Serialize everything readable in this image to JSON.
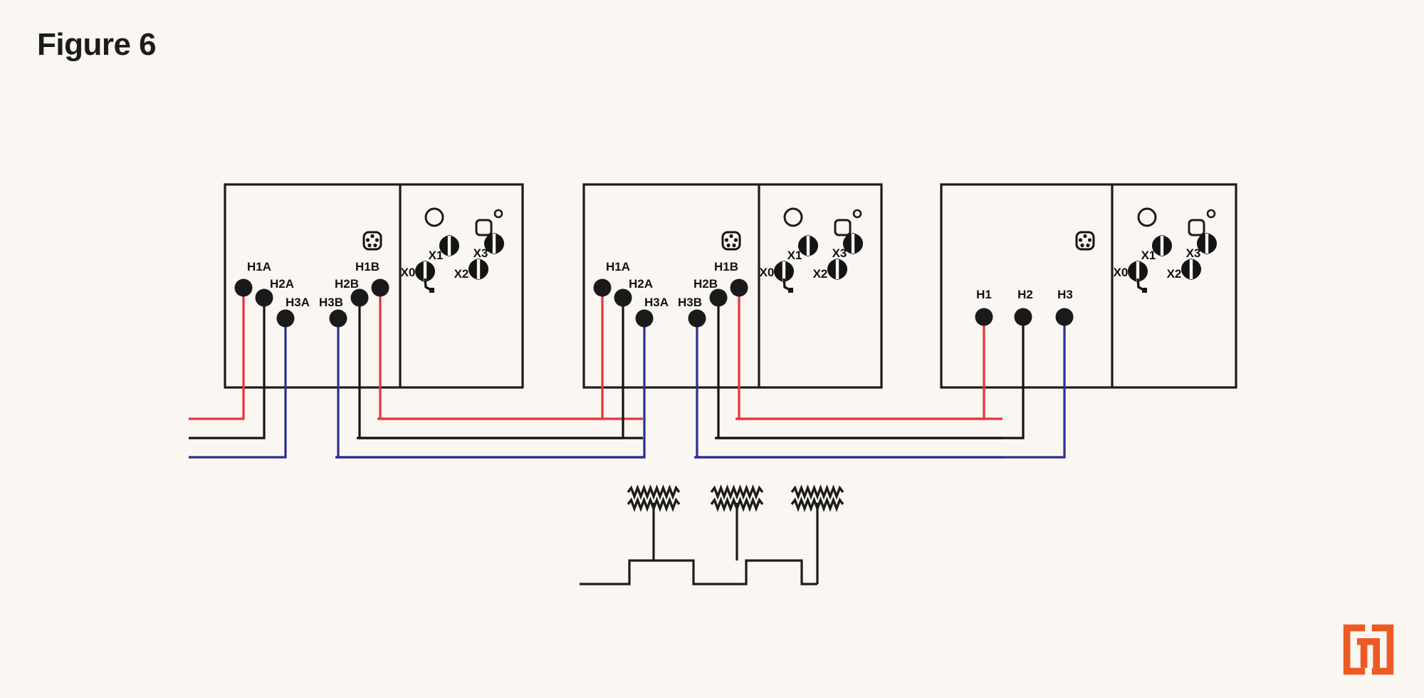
{
  "page": {
    "title": "Figure 6",
    "background_color": "#faf6f2"
  },
  "colors": {
    "line": "#1c1c1c",
    "wire_red": "#e8333a",
    "wire_black": "#141414",
    "wire_blue": "#2b2f8f",
    "terminal_fill": "#1a1a1a",
    "brand_orange": "#ec5b24",
    "text": "#111111"
  },
  "blocks": [
    {
      "name": "device-block-1",
      "terminals": [
        {
          "label": "H1A",
          "wire_color": "red"
        },
        {
          "label": "H2A",
          "wire_color": "black"
        },
        {
          "label": "H3A",
          "wire_color": "blue"
        },
        {
          "label": "H3B",
          "wire_color": "blue"
        },
        {
          "label": "H2B",
          "wire_color": "black"
        },
        {
          "label": "H1B",
          "wire_color": "red"
        }
      ],
      "panel": {
        "name": "control-panel-1",
        "knobs": [
          {
            "label": "X0"
          },
          {
            "label": "X1"
          },
          {
            "label": "X2"
          },
          {
            "label": "X3"
          }
        ],
        "indicators": [
          "large-circle",
          "small-circle",
          "square-button"
        ]
      },
      "connector_icon": "din-connector-icon"
    },
    {
      "name": "device-block-2",
      "terminals": [
        {
          "label": "H1A",
          "wire_color": "red"
        },
        {
          "label": "H2A",
          "wire_color": "black"
        },
        {
          "label": "H3A",
          "wire_color": "blue"
        },
        {
          "label": "H3B",
          "wire_color": "blue"
        },
        {
          "label": "H2B",
          "wire_color": "black"
        },
        {
          "label": "H1B",
          "wire_color": "red"
        }
      ],
      "panel": {
        "name": "control-panel-2",
        "knobs": [
          {
            "label": "X0"
          },
          {
            "label": "X1"
          },
          {
            "label": "X2"
          },
          {
            "label": "X3"
          }
        ],
        "indicators": [
          "large-circle",
          "small-circle",
          "square-button"
        ]
      },
      "connector_icon": "din-connector-icon"
    },
    {
      "name": "device-block-3",
      "terminals": [
        {
          "label": "H1",
          "wire_color": "red"
        },
        {
          "label": "H2",
          "wire_color": "black"
        },
        {
          "label": "H3",
          "wire_color": "blue"
        }
      ],
      "panel": {
        "name": "control-panel-3",
        "knobs": [
          {
            "label": "X0"
          },
          {
            "label": "X1"
          },
          {
            "label": "X2"
          },
          {
            "label": "X3"
          }
        ],
        "indicators": [
          "large-circle",
          "small-circle",
          "square-button"
        ]
      },
      "connector_icon": "din-connector-icon"
    }
  ],
  "load_section": {
    "name": "heating-element-bank",
    "element_count": 3,
    "element_type": "zigzag-resistor"
  },
  "labels": {
    "b1_t1": "H1A",
    "b1_t2": "H2A",
    "b1_t3": "H3A",
    "b1_t4": "H3B",
    "b1_t5": "H2B",
    "b1_t6": "H1B",
    "b2_t1": "H1A",
    "b2_t2": "H2A",
    "b2_t3": "H3A",
    "b2_t4": "H3B",
    "b2_t5": "H2B",
    "b2_t6": "H1B",
    "b3_t1": "H1",
    "b3_t2": "H2",
    "b3_t3": "H3",
    "p1_x0": "X0",
    "p1_x1": "X1",
    "p1_x2": "X2",
    "p1_x3": "X3",
    "p2_x0": "X0",
    "p2_x1": "X1",
    "p2_x2": "X2",
    "p2_x3": "X3",
    "p3_x0": "X0",
    "p3_x1": "X1",
    "p3_x2": "X2",
    "p3_x3": "X3"
  }
}
